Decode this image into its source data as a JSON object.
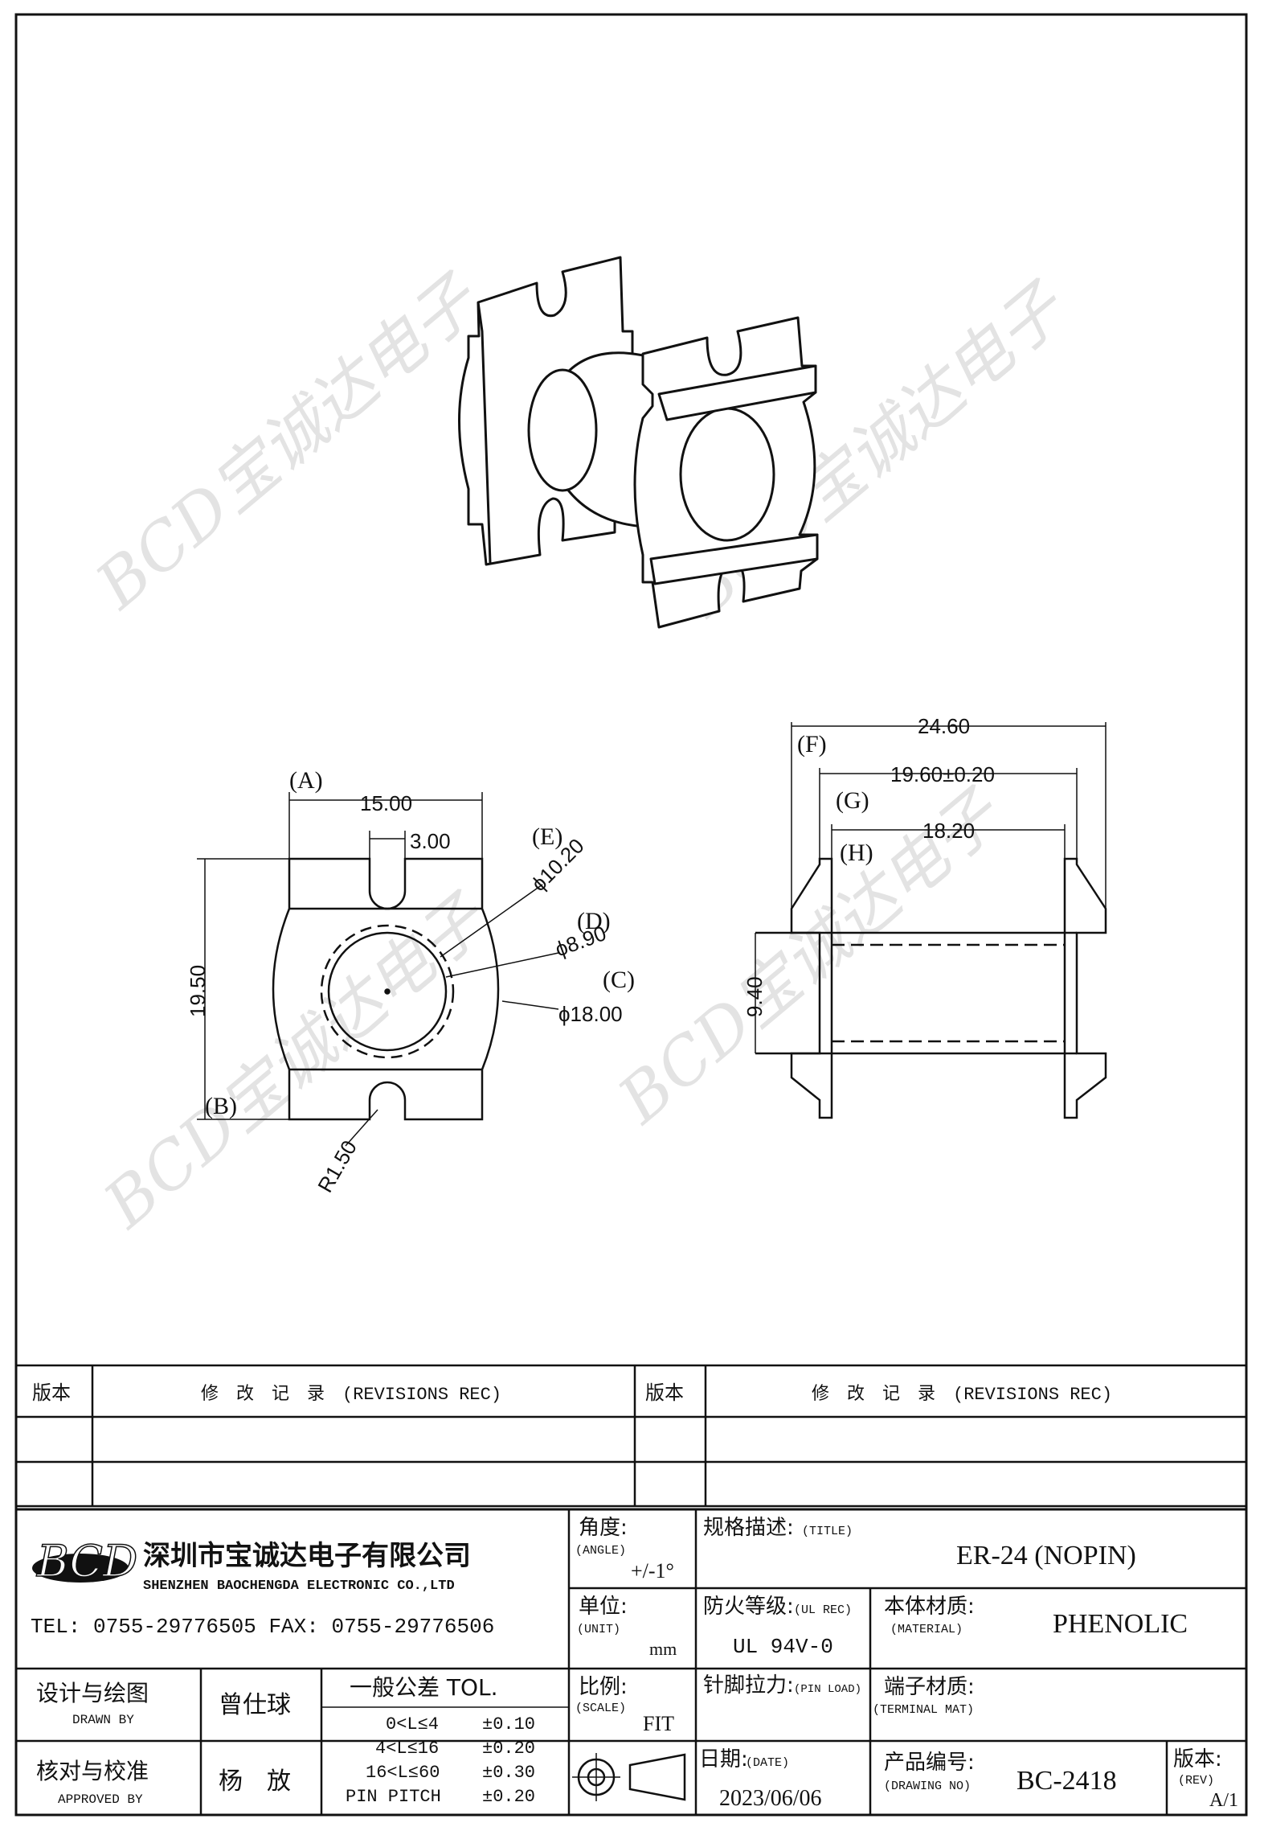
{
  "watermark": {
    "text": "BCD宝诚达电子",
    "positions_count": 4
  },
  "front_view": {
    "labels": {
      "A": "(A)",
      "B": "(B)",
      "C": "(C)",
      "D": "(D)",
      "E": "(E)"
    },
    "dims": {
      "width": "15.00",
      "slot": "3.00",
      "height": "19.50",
      "E": "ϕ10.20",
      "D": "ϕ8.90",
      "C": "ϕ18.00",
      "radius": "R1.50"
    }
  },
  "side_view": {
    "labels": {
      "F": "(F)",
      "G": "(G)",
      "H": "(H)"
    },
    "dims": {
      "F": "24.60",
      "G": "19.60±0.20",
      "H": "18.20",
      "core": "9.40"
    }
  },
  "revisions": {
    "col_version": "版本",
    "col_record": "修　改　记　录　(REVISIONS REC)"
  },
  "company": {
    "logo": "BCD",
    "name_cn": "深圳市宝诚达电子有限公司",
    "name_en": "SHENZHEN BAOCHENGDA ELECTRONIC CO.,LTD",
    "contact": "TEL: 0755-29776505  FAX: 0755-29776506"
  },
  "title_block": {
    "angle_label": "角度:",
    "angle_sub": "(ANGLE)",
    "angle_value": "+/-1°",
    "title_label": "规格描述:",
    "title_sub": "(TITLE)",
    "title_value": "ER-24 (NOPIN)",
    "unit_label": "单位:",
    "unit_sub": "(UNIT)",
    "unit_value": "mm",
    "ul_label": "防火等级:",
    "ul_sub": "(UL REC)",
    "ul_value": "UL 94V-0",
    "material_label": "本体材质:",
    "material_sub": "(MATERIAL)",
    "material_value": "PHENOLIC",
    "drawn_label": "设计与绘图",
    "drawn_sub": "DRAWN BY",
    "drawn_value": "曾仕球",
    "tol_label": "一般公差 TOL.",
    "tol_rows": [
      {
        "range": "0<L≤4",
        "value": "±0.10"
      },
      {
        "range": "4<L≤16",
        "value": "±0.20"
      },
      {
        "range": "16<L≤60",
        "value": "±0.30"
      },
      {
        "range": "PIN PITCH",
        "value": "±0.20"
      }
    ],
    "scale_label": "比例:",
    "scale_sub": "(SCALE)",
    "scale_value": "FIT",
    "pinload_label": "针脚拉力:",
    "pinload_sub": "(PIN LOAD)",
    "terminal_label": "端子材质:",
    "terminal_sub": "(TERMINAL MAT)",
    "approved_label": "核对与校准",
    "approved_sub": "APPROVED BY",
    "approved_value": "杨　放",
    "date_label": "日期:",
    "date_sub": "(DATE)",
    "date_value": "2023/06/06",
    "drawing_label": "产品编号:",
    "drawing_sub": "(DRAWING NO)",
    "drawing_value": "BC-2418",
    "rev_label": "版本:",
    "rev_sub": "(REV)",
    "rev_value": "A/1"
  }
}
